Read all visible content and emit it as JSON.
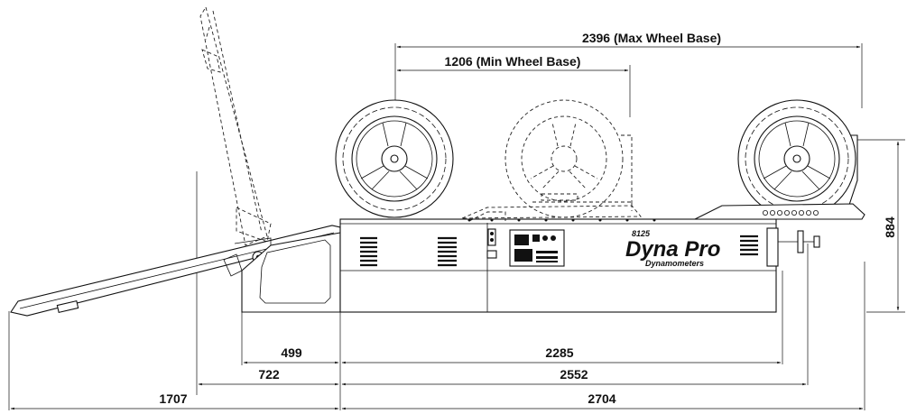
{
  "dimensions": {
    "max_wheel_base": "2396 (Max Wheel Base)",
    "min_wheel_base": "1206 (Min Wheel Base)",
    "height": "884",
    "row1_left": "499",
    "row1_right": "2285",
    "row2_left": "722",
    "row2_right": "2552",
    "row3_left": "1707",
    "row3_right": "2704"
  },
  "branding": {
    "model": "8125",
    "name": "Dyna Pro",
    "subtitle": "Dynamometers"
  },
  "colors": {
    "line": "#111111",
    "background": "#ffffff"
  }
}
